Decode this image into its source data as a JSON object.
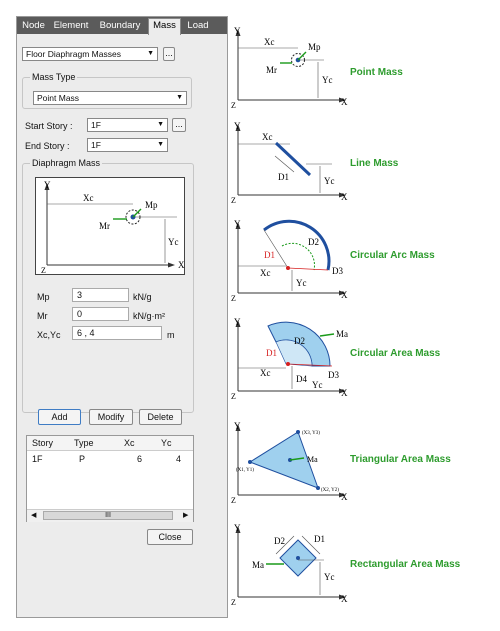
{
  "tabs": [
    "Node",
    "Element",
    "Boundary",
    "Mass",
    "Load"
  ],
  "active_tab": "Mass",
  "mass_category": {
    "value": "Floor Diaphragm Masses",
    "more": "..."
  },
  "mass_type": {
    "group": "Mass Type",
    "value": "Point Mass"
  },
  "stories": {
    "start_label": "Start Story :",
    "start_value": "1F",
    "start_more": "...",
    "end_label": "End Story :",
    "end_value": "1F"
  },
  "diaphragm": {
    "group": "Diaphragm Mass",
    "diagram": {
      "y": "Y",
      "x": "X",
      "z": "Z",
      "xc": "Xc",
      "yc": "Yc",
      "mp": "Mp",
      "mr": "Mr"
    },
    "mp": {
      "label": "Mp",
      "value": "3",
      "unit": "kN/g"
    },
    "mr": {
      "label": "Mr",
      "value": "0",
      "unit": "kN/g·m²"
    },
    "xcyc": {
      "label": "Xc,Yc",
      "value": "6 , 4",
      "unit": "m"
    }
  },
  "buttons": {
    "add": "Add",
    "modify": "Modify",
    "delete": "Delete",
    "close": "Close"
  },
  "table": {
    "columns": [
      "Story",
      "Type",
      "Xc",
      "Yc"
    ],
    "rows": [
      [
        "1F",
        "P",
        "6",
        "4"
      ]
    ],
    "scroll_thumb": "III"
  },
  "examples": [
    {
      "caption": "Point Mass",
      "labels": {
        "y": "Y",
        "x": "X",
        "z": "Z",
        "xc": "Xc",
        "yc": "Yc",
        "mp": "Mp",
        "mr": "Mr"
      }
    },
    {
      "caption": "Line Mass",
      "labels": {
        "y": "Y",
        "x": "X",
        "z": "Z",
        "xc": "Xc",
        "yc": "Yc",
        "d1": "D1"
      }
    },
    {
      "caption": "Circular Arc Mass",
      "labels": {
        "y": "Y",
        "x": "X",
        "z": "Z",
        "xc": "Xc",
        "yc": "Yc",
        "d1": "D1",
        "d2": "D2",
        "d3": "D3"
      }
    },
    {
      "caption": "Circular Area Mass",
      "labels": {
        "y": "Y",
        "x": "X",
        "z": "Z",
        "xc": "Xc",
        "yc": "Yc",
        "ma": "Ma",
        "d1": "D1",
        "d2": "D2",
        "d3": "D3",
        "d4": "D4"
      }
    },
    {
      "caption": "Triangular Area Mass",
      "labels": {
        "y": "Y",
        "x": "X",
        "z": "Z",
        "ma": "Ma",
        "p1": "(X1, Y1)",
        "p2": "(X2, Y2)",
        "p3": "(X3, Y3)"
      }
    },
    {
      "caption": "Rectangular Area Mass",
      "labels": {
        "y": "Y",
        "x": "X",
        "z": "Z",
        "yc": "Yc",
        "ma": "Ma",
        "d1": "D1",
        "d2": "D2"
      }
    }
  ],
  "colors": {
    "caption": "#2e9c2e",
    "shape_fill": "#9fd0ee",
    "shape_stroke": "#1f4f9f",
    "red": "#d62020",
    "green_arrow": "#1a9a1a"
  }
}
